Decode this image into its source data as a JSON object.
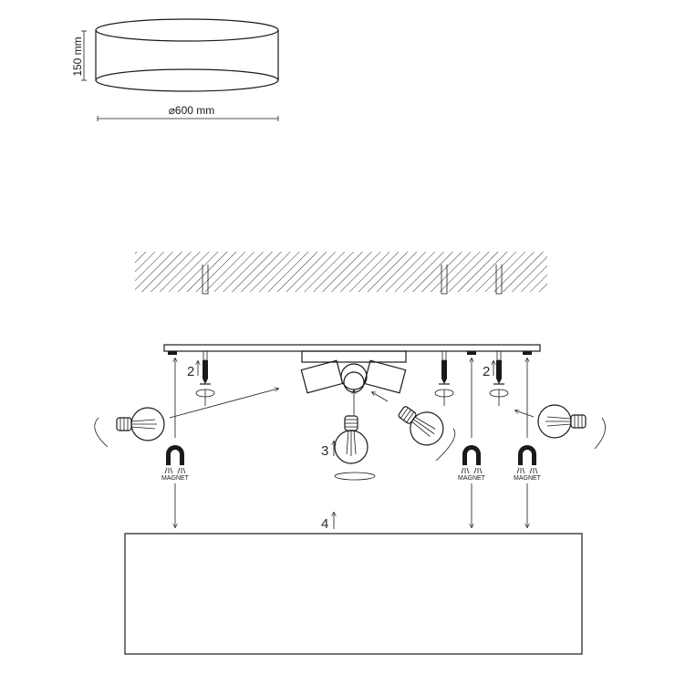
{
  "dimensions": {
    "height_label": "150 mm",
    "diameter_label": "⌀600 mm"
  },
  "steps": {
    "step2_left": "2",
    "step2_right": "2",
    "step3": "3",
    "step4": "4"
  },
  "magnets": [
    {
      "label": "MAGNET"
    },
    {
      "label": "MAGNET"
    },
    {
      "label": "MAGNET"
    }
  ]
}
